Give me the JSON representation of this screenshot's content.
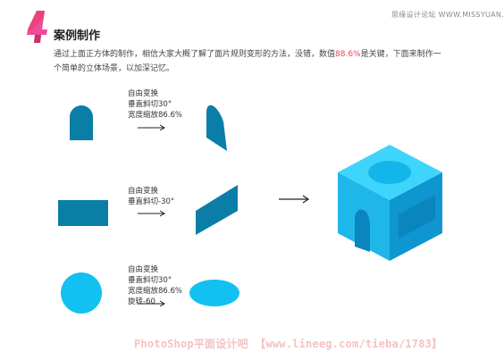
{
  "site_mark": "思缘设计论坛 WWW.MISSYUAN.NET",
  "title": "案例制作",
  "intro": {
    "before": "通过上面正方体的制作，相信大家大概了解了面片规则变形的方法，没错，数值",
    "highlight": "88.6%",
    "after": "是关键，下面来制作一个简单的立体场景，以加深记忆。"
  },
  "steps": [
    {
      "lines": [
        "自由变换",
        "垂直斜切30°",
        "宽度缩放86.6%"
      ]
    },
    {
      "lines": [
        "自由变换",
        "垂直斜切-30°"
      ]
    },
    {
      "lines": [
        "自由变换",
        "垂直斜切30°",
        "宽度缩放86.6%",
        "旋转-60"
      ]
    }
  ],
  "colors": {
    "accent_pink": "#e8447a",
    "dark_blue": "#0b7ea8",
    "light_blue": "#12c0f2",
    "cube_top": "#3fd4fb",
    "cube_left": "#1fb6ea",
    "cube_right": "#0d96cf",
    "cube_detail": "#0a85bd"
  },
  "watermark": "PhotoShop平面设计吧 【www.lineeg.com/tieba/1783】"
}
